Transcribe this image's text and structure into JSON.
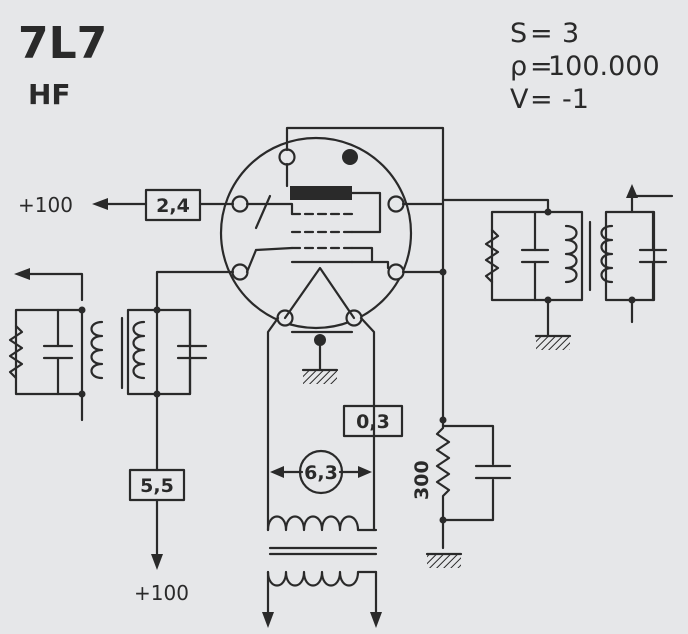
{
  "tube": {
    "name": "7L7",
    "type": "HF"
  },
  "specs": [
    {
      "symbol": "S",
      "eq": "=",
      "value": "3"
    },
    {
      "symbol": "ρ",
      "eq": "=",
      "value": "100.000"
    },
    {
      "symbol": "V",
      "eq": "=",
      "value": "-1"
    }
  ],
  "labels": {
    "screen_voltage": "+100",
    "screen_resistor": "2,4",
    "plate_voltage": "+100",
    "plate_resistor": "5,5",
    "heater_current": "0,3",
    "heater_voltage": "6,3",
    "cathode_resistor": "300"
  },
  "colors": {
    "ink": "#2a2a2a",
    "paper": "#e6e7e9"
  }
}
